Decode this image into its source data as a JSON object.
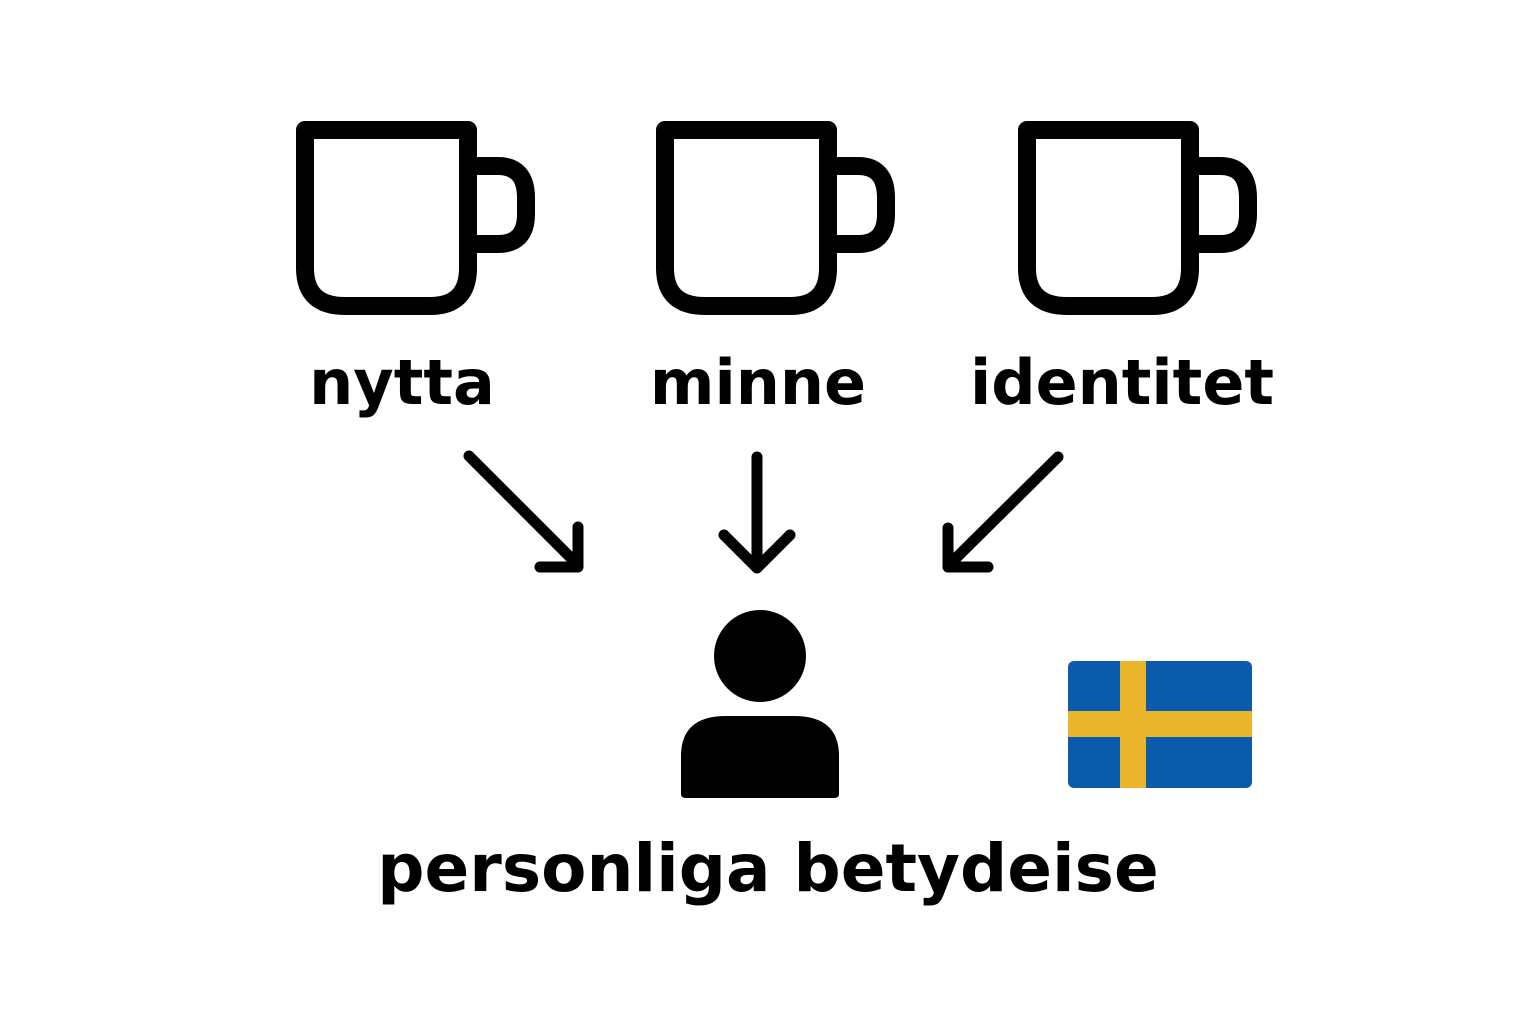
{
  "concepts": [
    {
      "label": "nytta",
      "icon": "mug-icon"
    },
    {
      "label": "minne",
      "icon": "mug-icon"
    },
    {
      "label": "identitet",
      "icon": "mug-icon"
    }
  ],
  "center_icon": "person-icon",
  "flag_icon": "swedish-flag-icon",
  "caption": "personliga betydeise",
  "colors": {
    "stroke": "#000000",
    "background": "#ffffff",
    "flag_blue": "#0a5bab",
    "flag_yellow": "#e9b52a"
  }
}
